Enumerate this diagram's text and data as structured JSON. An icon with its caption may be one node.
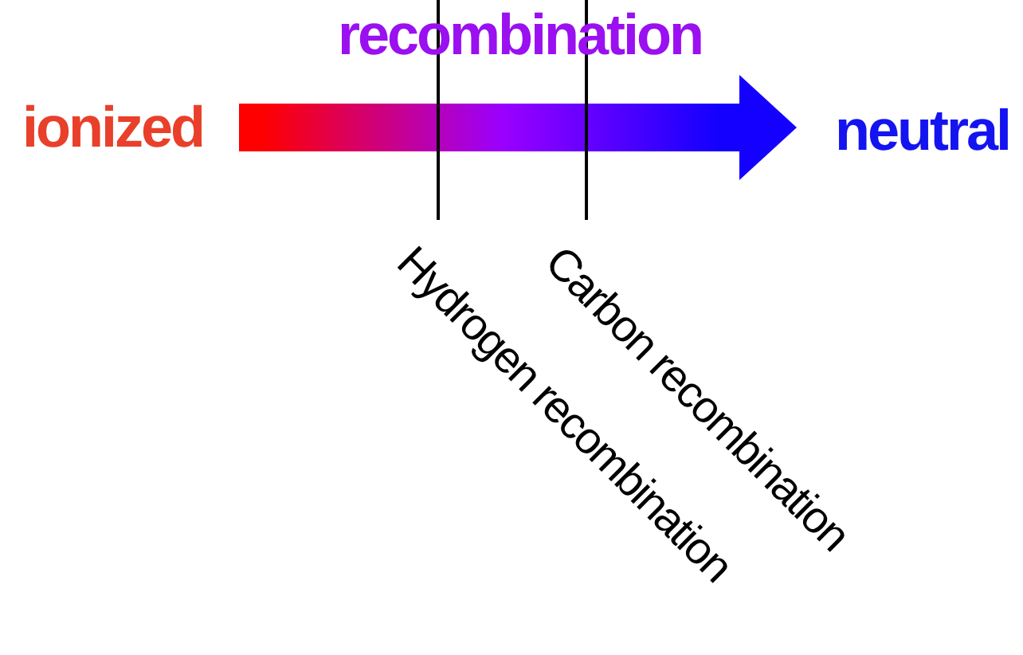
{
  "diagram": {
    "nodes": [
      {
        "text": [
          "ionized"
        ]
      },
      {
        "text": [
          "neutral"
        ]
      },
      {
        "text": [
          "Hydrogen recombination"
        ]
      },
      {
        "text": [
          "Carbon recombination"
        ]
      }
    ],
    "edges": [
      {
        "from": 0,
        "to": 1,
        "arrow": "to",
        "label": "recombination",
        "style": "thick"
      },
      {
        "from": 2,
        "to": null,
        "arrow": "none"
      },
      {
        "from": 3,
        "to": null,
        "arrow": "none"
      }
    ]
  }
}
